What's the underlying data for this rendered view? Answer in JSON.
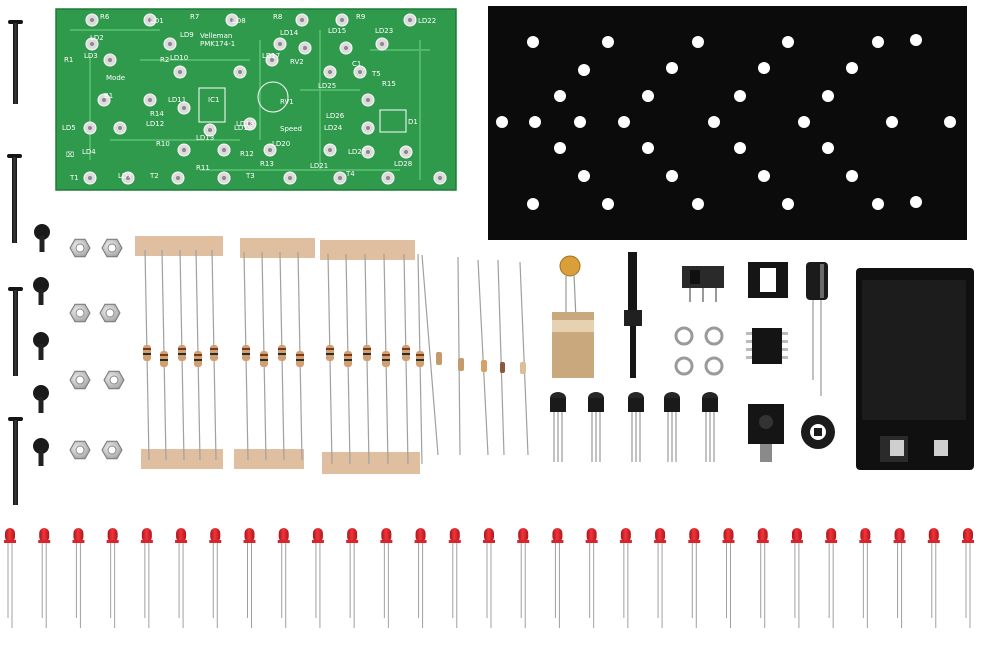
{
  "pcb": {
    "brand": "Velleman",
    "model": "PMK174-1",
    "mode_label": "Mode",
    "speed_label": "Speed",
    "labels": [
      "R6",
      "LD1",
      "R7",
      "LD8",
      "R8",
      "R9",
      "LD22",
      "LD2",
      "LD9",
      "LD14",
      "LD15",
      "LD23",
      "R1",
      "LD3",
      "R2",
      "LD10",
      "LD17",
      "RV2",
      "C1",
      "B1",
      "LD11",
      "LD12",
      "LD13",
      "IC1",
      "RV1",
      "LD18",
      "LD25",
      "R15",
      "T5",
      "LD5",
      "LD4",
      "R14",
      "R10",
      "R11",
      "R12",
      "LD19",
      "LD20",
      "R13",
      "LD24",
      "D1",
      "LD27",
      "LD28",
      "T1",
      "LD7",
      "T2",
      "T3",
      "LD21",
      "T4",
      "LD26"
    ],
    "colors": {
      "board": "#2f9a4c",
      "trace": "#4fb869",
      "silk": "#ffffff",
      "pad": "#e8e8e8"
    }
  },
  "panel": {
    "color": "#0b0b0b",
    "hole_color": "#ffffff"
  },
  "parts": {
    "led_count": 29,
    "led_color": "#d8242a",
    "screw_icon": "screw-icon",
    "nut_icon": "hex-nut-icon",
    "resistor_icon": "resistor-icon",
    "battery_holder_icon": "battery-holder-icon"
  }
}
